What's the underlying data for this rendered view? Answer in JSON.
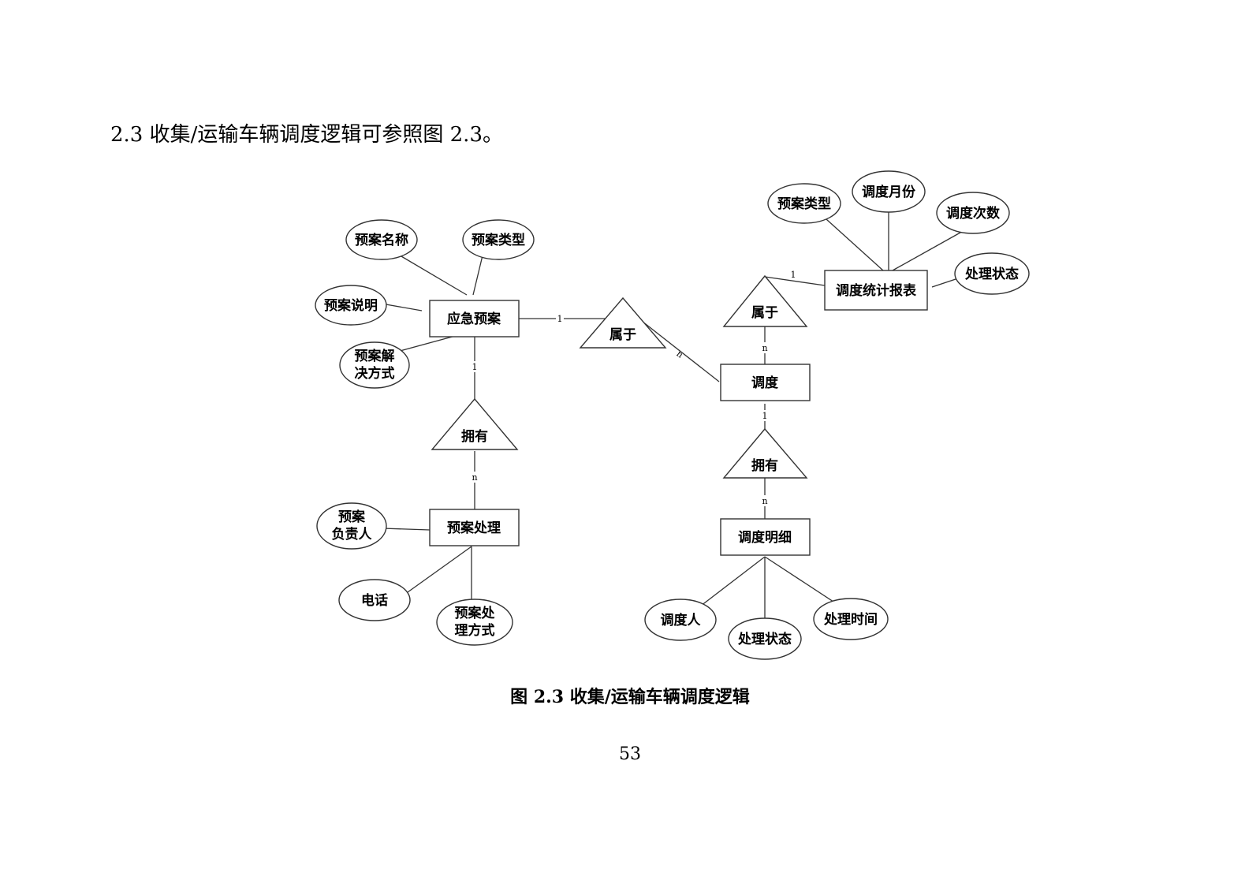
{
  "heading": "2.3  收集/运输车辆调度逻辑可参照图 2.3。",
  "caption": "图 2.3  收集/运输车辆调度逻辑",
  "page_number": "53",
  "diagram": {
    "entities": {
      "emergency_plan": "应急预案",
      "plan_handling": "预案处理",
      "dispatch": "调度",
      "dispatch_report": "调度统计报表",
      "dispatch_detail": "调度明细"
    },
    "relations": {
      "belongs_left": "属于",
      "owns_left": "拥有",
      "belongs_right": "属于",
      "owns_right": "拥有"
    },
    "attributes": {
      "plan_name": "预案名称",
      "plan_type": "预案类型",
      "plan_desc": "预案说明",
      "plan_solution": [
        "预案解",
        "决方式"
      ],
      "handler": [
        "预案",
        "负责人"
      ],
      "phone": "电话",
      "handling_method": [
        "预案处",
        "理方式"
      ],
      "report_plan_type": "预案类型",
      "report_month": "调度月份",
      "report_count": "调度次数",
      "report_status": "处理状态",
      "dispatcher": "调度人",
      "detail_status": "处理状态",
      "detail_time": "处理时间"
    },
    "cardinalities": {
      "ep_belongs": "1",
      "belongs_dispatch": "n",
      "ep_owns": "1",
      "owns_handling": "n",
      "report_belongs": "1",
      "belongs_dispatch_r": "n",
      "dispatch_owns": "1",
      "owns_detail": "n"
    }
  }
}
